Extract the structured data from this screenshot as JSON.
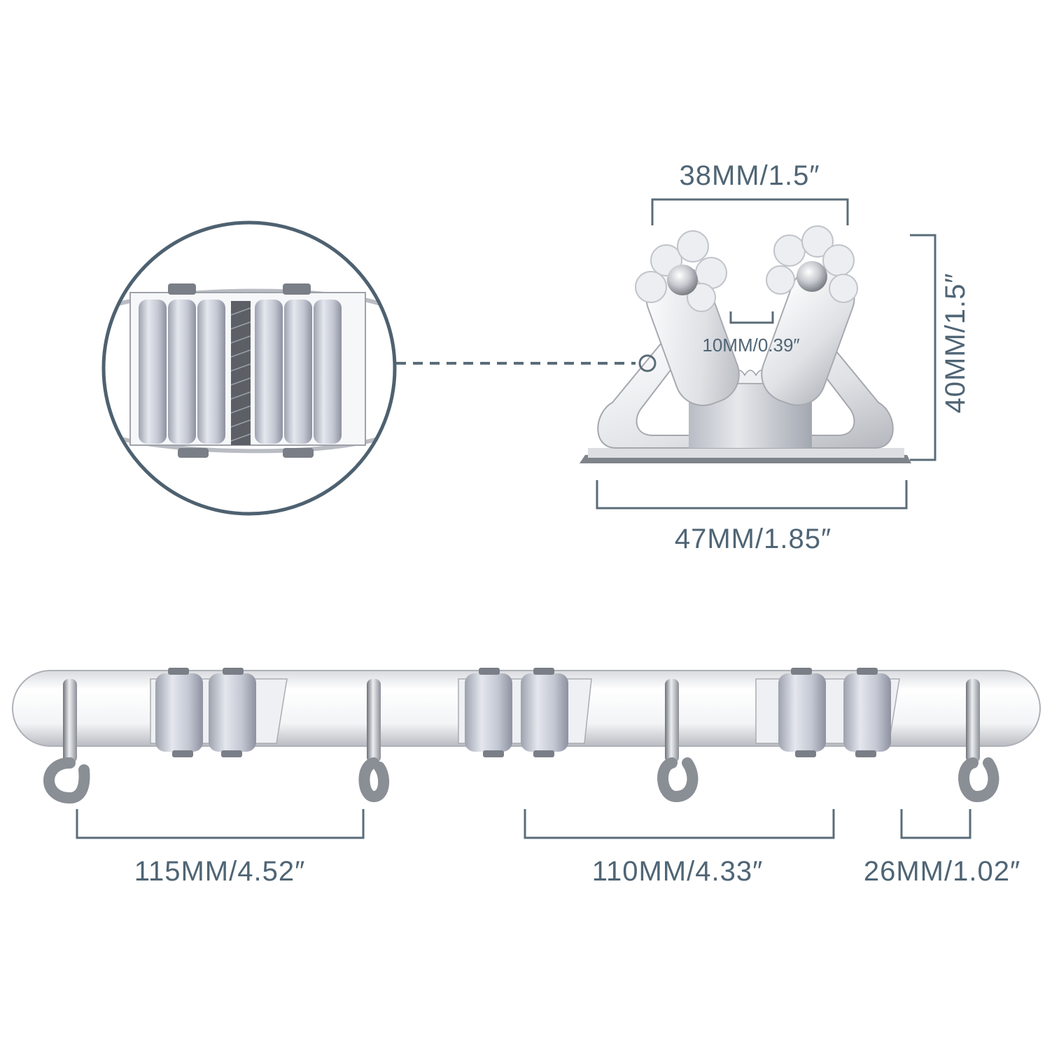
{
  "colors": {
    "dimension_line": "#5a6c78",
    "label": "#4f6575",
    "metal_light": "#f4f5f7",
    "metal_mid": "#c9ccd1",
    "metal_dark": "#7b7f86",
    "clamp_blue": "#c8ccd8",
    "clamp_shadow": "#8e92a0"
  },
  "dimensions": {
    "clamp_top_width": "38MM/1.5″",
    "clamp_height": "40MM/1.5″",
    "clamp_gap": "10MM/0.39″",
    "clamp_base_width": "47MM/1.85″",
    "hook_spacing_left": "115MM/4.52″",
    "hook_spacing_mid": "110MM/4.33″",
    "end_spacing_right": "26MM/1.02″"
  },
  "icons": {
    "detail_zoom": "magnified-clamp-detail",
    "clamp": "mop-clamp-side-view",
    "rack": "wall-rack-with-hooks-and-clamps"
  }
}
